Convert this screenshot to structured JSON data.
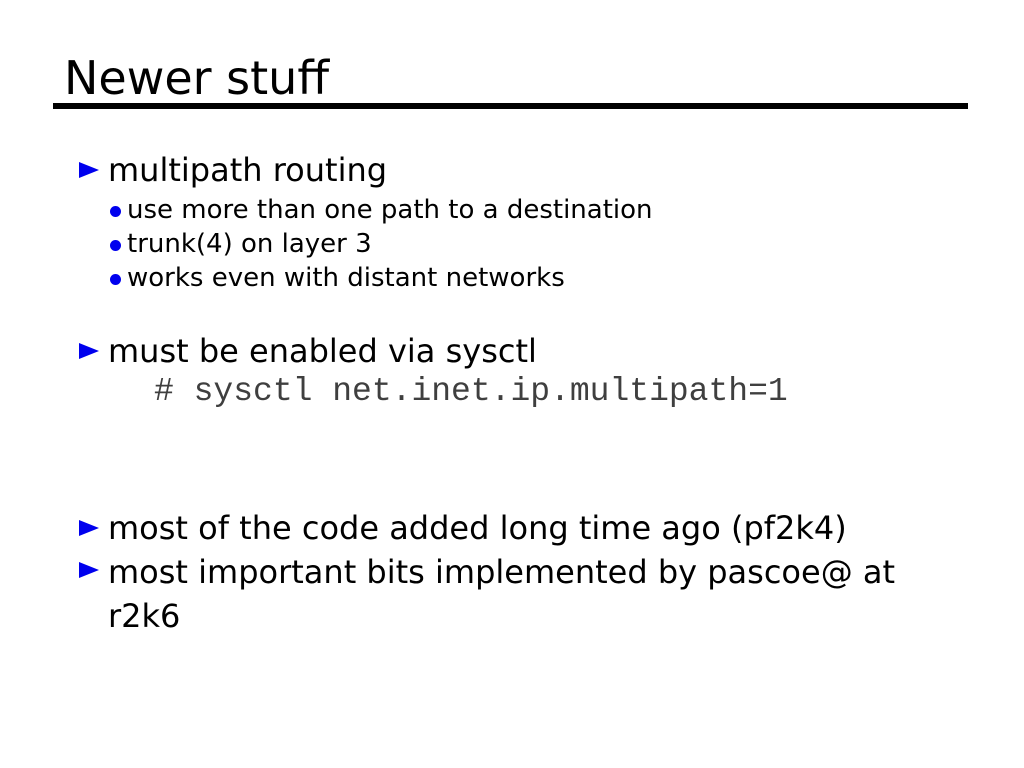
{
  "slide": {
    "title": "Newer stuff",
    "accent_color": "#0000ee",
    "code_color": "#3f3f3f",
    "bullets": [
      {
        "label": "multipath routing",
        "subs": [
          "use more than one path to a destination",
          "trunk(4) on layer 3",
          "works even with distant networks"
        ]
      },
      {
        "label": "must be enabled via sysctl",
        "code": "# sysctl net.inet.ip.multipath=1"
      },
      {
        "label": "most of the code added long time ago (pf2k4)"
      },
      {
        "label": "most important bits implemented by pascoe@ at r2k6"
      }
    ]
  }
}
